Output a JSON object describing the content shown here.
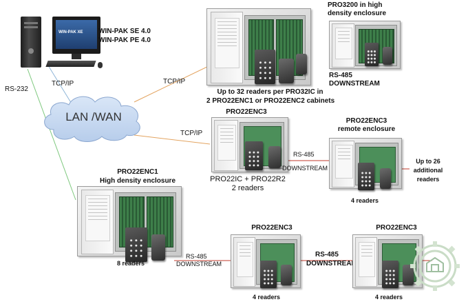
{
  "pc": {
    "title_line1": "WIN-PAK SE 4.0",
    "title_line2": "WIN-PAK PE 4.0",
    "monitor_text": "WIN-PAK XE"
  },
  "links": {
    "rs232": "RS-232",
    "tcpip_pc": "TCP/IP",
    "tcpip_pro32": "TCP/IP",
    "tcpip_enc3": "TCP/IP",
    "rs485_enc3": "RS-485",
    "downstream_enc3": "DOWNSTREAM",
    "rs485_enc1": "RS-485",
    "downstream_enc1": "DOWNSTREAM",
    "rs485_bottom": "RS-485",
    "downstream_bottom": "DOWNSTREAM"
  },
  "cloud": {
    "label": "LAN /WAN"
  },
  "pro3200": {
    "title_line1": "PRO3200 in high",
    "title_line2": "density enclosure",
    "rs485": "RS-485",
    "downstream": "DOWNSTREAM",
    "caption_line1": "Up to 32 readers per PRO32IC in",
    "caption_line2": "2 PRO22ENC1 or PRO22ENC2 cabinets"
  },
  "enc3_main": {
    "title": "PRO22ENC3",
    "caption_line1": "PRO22IC + PRO22R2",
    "caption_line2": "2 readers"
  },
  "enc3_remote": {
    "title_line1": "PRO22ENC3",
    "title_line2": "remote enclosure",
    "readers": "4 readers",
    "note_line1": "Up to 26",
    "note_line2": "additional",
    "note_line3": "readers"
  },
  "enc1": {
    "title_line1": "PRO22ENC1",
    "title_line2": "High density enclosure",
    "readers": "8 readers"
  },
  "enc3_bottom_a": {
    "title": "PRO22ENC3",
    "readers": "4 readers"
  },
  "enc3_bottom_b": {
    "title": "PRO22ENC3",
    "readers": "4 readers"
  }
}
